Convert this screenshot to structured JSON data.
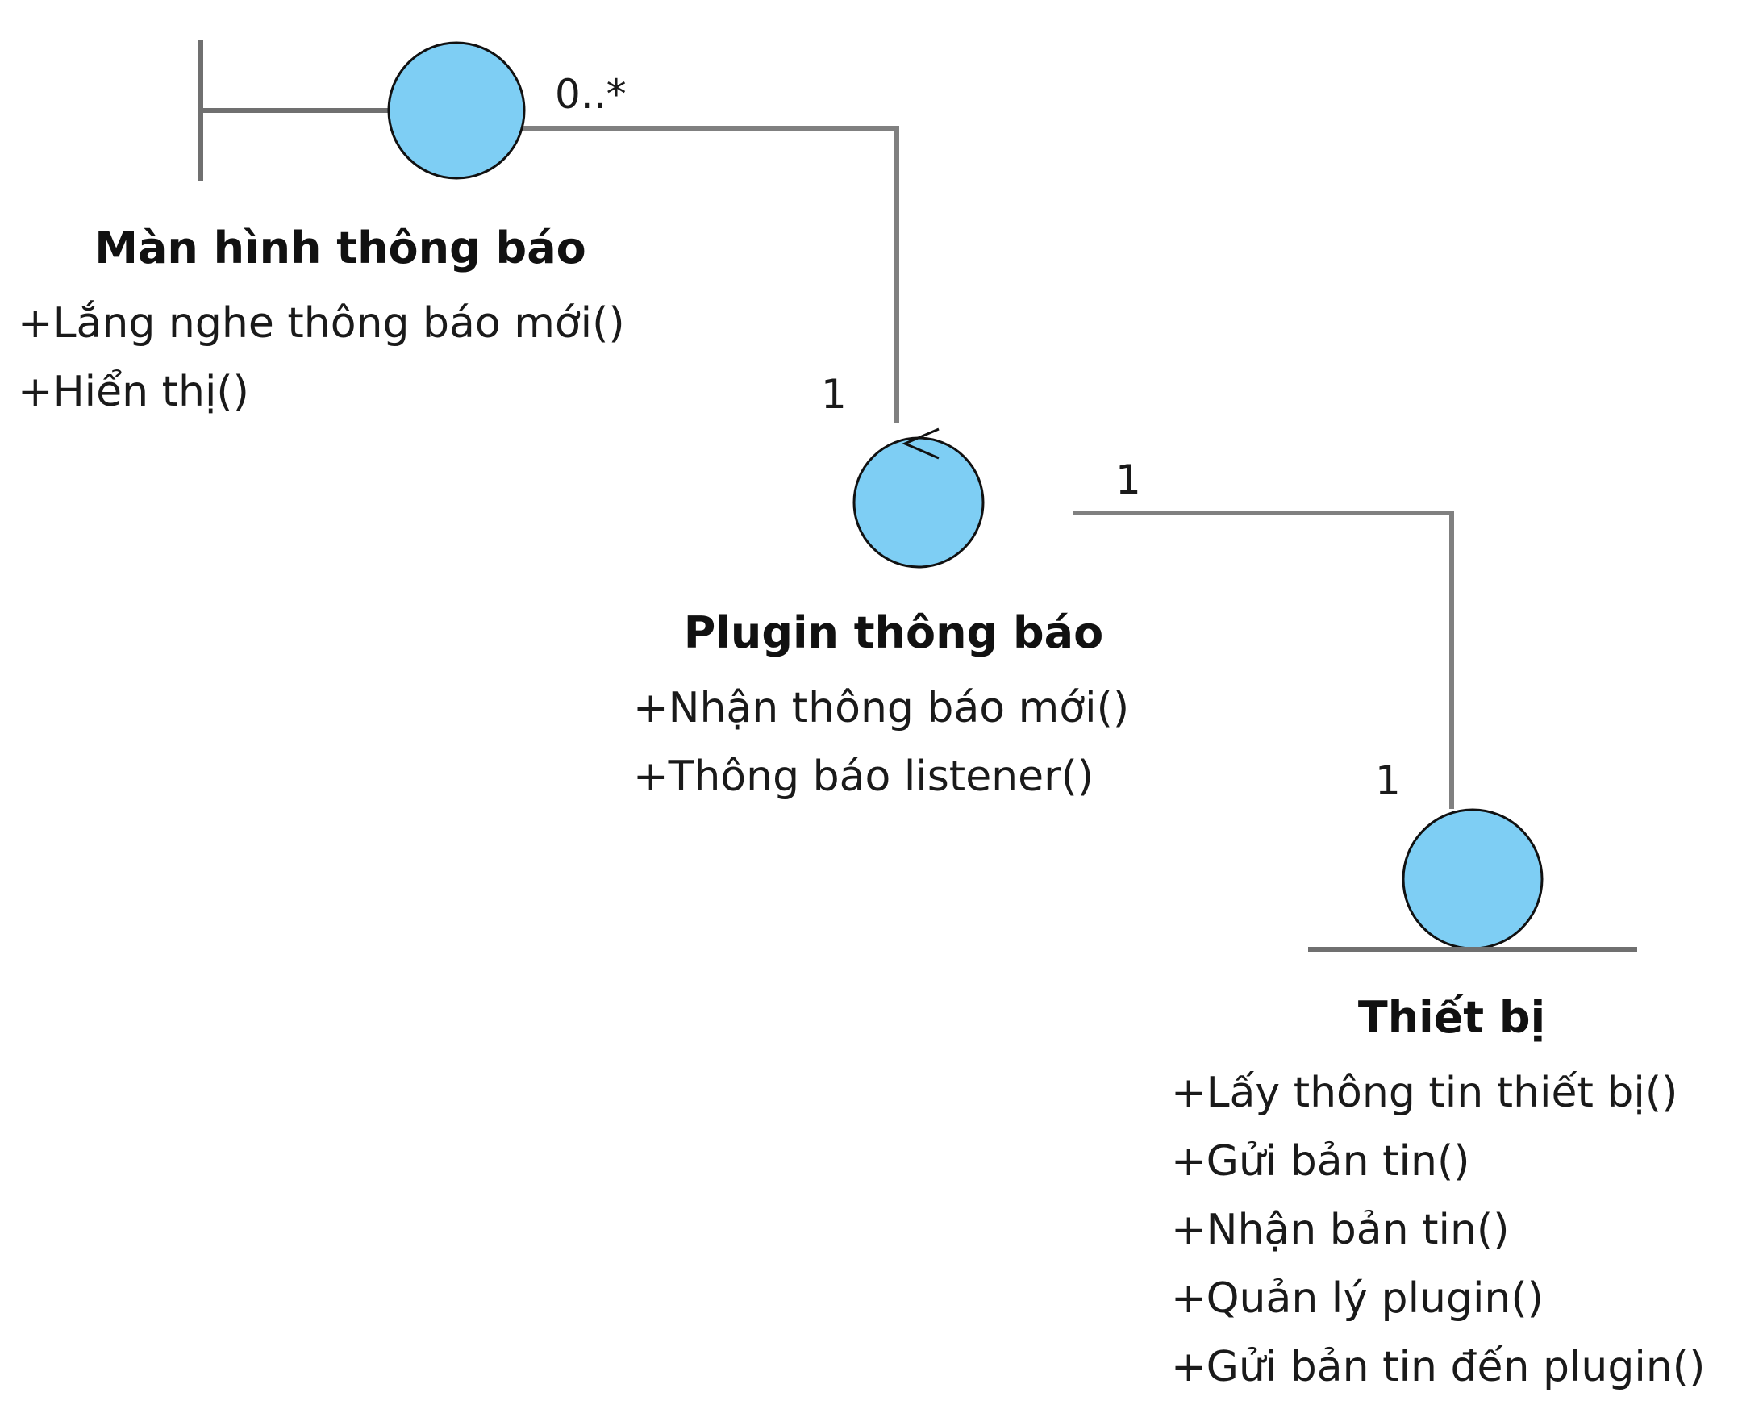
{
  "colors": {
    "class_fill": "#7ecef4",
    "class_stroke": "#111111",
    "connector": "#808080",
    "background": "#ffffff"
  },
  "classes": {
    "boundary": {
      "stereotype_icon": "boundary-icon",
      "name": "Màn hình thông báo",
      "operations": [
        "+Lắng nghe thông báo mới()",
        "+Hiển thị()"
      ]
    },
    "control": {
      "stereotype_icon": "control-icon",
      "name": "Plugin thông báo",
      "operations": [
        "+Nhận thông báo mới()",
        "+Thông báo listener()"
      ]
    },
    "entity": {
      "stereotype_icon": "entity-icon",
      "name": "Thiết bị",
      "operations": [
        "+Lấy thông tin thiết bị()",
        "+Gửi bản tin()",
        "+Nhận bản tin()",
        "+Quản lý plugin()",
        "+Gửi bản tin đến plugin()"
      ]
    }
  },
  "associations": [
    {
      "from": "Màn hình thông báo",
      "to": "Plugin thông báo",
      "from_multiplicity": "0..*",
      "to_multiplicity": "1"
    },
    {
      "from": "Plugin thông báo",
      "to": "Thiết bị",
      "from_multiplicity": "1",
      "to_multiplicity": "1"
    }
  ]
}
